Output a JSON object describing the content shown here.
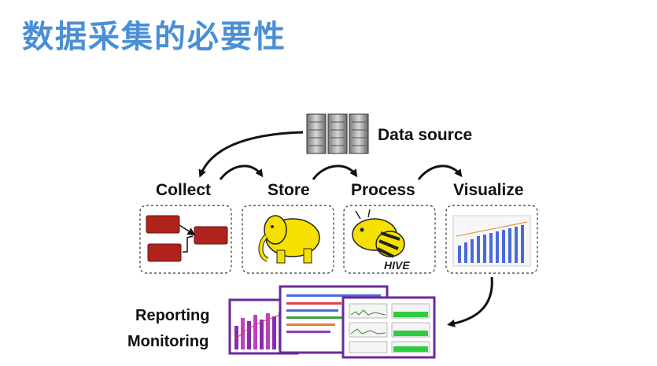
{
  "title": "数据采集的必要性",
  "data_source_label": "Data source",
  "stages": [
    {
      "label": "Collect",
      "icon": "flow-blocks-icon"
    },
    {
      "label": "Store",
      "icon": "hadoop-elephant-icon"
    },
    {
      "label": "Process",
      "icon": "hive-bee-icon"
    },
    {
      "label": "Visualize",
      "icon": "bar-chart-icon"
    }
  ],
  "reporting_label": "Reporting",
  "monitoring_label": "Monitoring",
  "hive_logo_text": "HIVE",
  "colors": {
    "title": "#4a8fd6",
    "collect_block": "#b0231d",
    "elephant": "#f5e000",
    "chart_bars": "#4a6ad6",
    "dashboard_frame": "#6a2a9a"
  }
}
